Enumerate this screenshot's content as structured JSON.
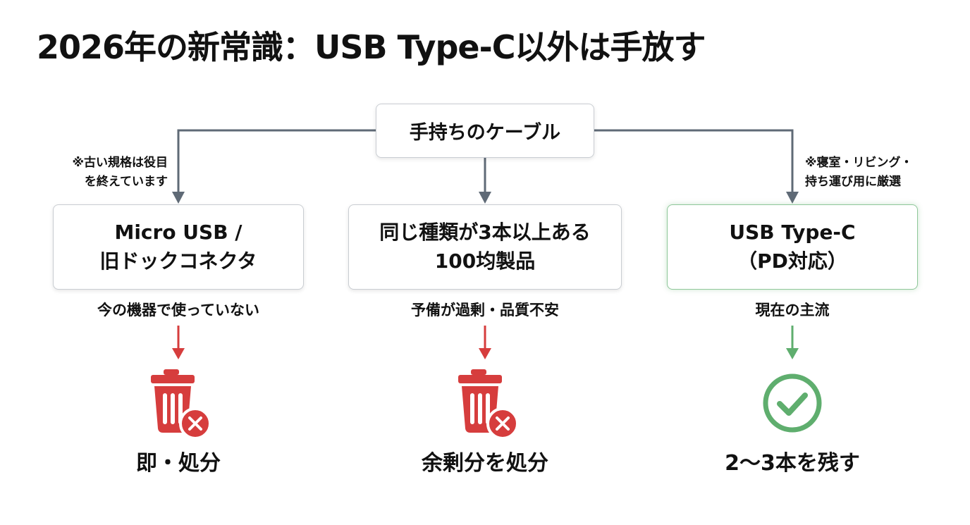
{
  "title": "2026年の新常識：USB Type-C以外は手放す",
  "root": {
    "label": "手持ちのケーブル"
  },
  "branches": [
    {
      "note_lines": [
        "※古い規格は役目",
        "を終えています"
      ],
      "box_lines": [
        "Micro USB /",
        "旧ドックコネクタ"
      ],
      "reason": "今の機器で使っていない",
      "icon": "trash-icon",
      "result": "即・処分"
    },
    {
      "box_lines": [
        "同じ種類が3本以上ある",
        "100均製品"
      ],
      "reason": "予備が過剰・品質不安",
      "icon": "trash-icon",
      "result": "余剰分を処分"
    },
    {
      "note_lines": [
        "※寝室・リビング・",
        "持ち運び用に厳選"
      ],
      "box_lines": [
        "USB Type-C",
        "（PD対応）"
      ],
      "reason": "現在の主流",
      "icon": "check-circle-icon",
      "result": "2〜3本を残す"
    }
  ],
  "colors": {
    "connector": "#5f6a76",
    "discard": "#d63d3d",
    "keep": "#5fae6e",
    "keep_border": "#8fc79a"
  }
}
